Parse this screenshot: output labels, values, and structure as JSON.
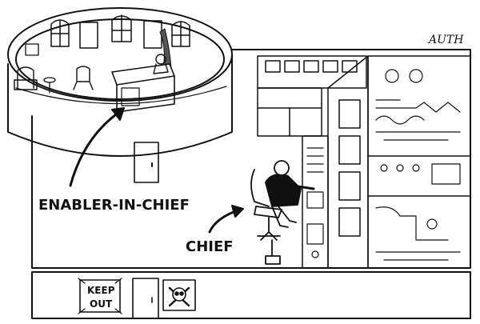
{
  "labels": {
    "enabler": "ENABLER-IN-CHIEF",
    "chief": "CHIEF"
  },
  "sign": {
    "line1": "KEEP",
    "line2": "OUT"
  },
  "signature": "AUTH",
  "icons": {
    "skull": "skull-crossbones-icon"
  },
  "colors": {
    "ink": "#111111",
    "paper": "#ffffff",
    "shade": "#555555"
  }
}
